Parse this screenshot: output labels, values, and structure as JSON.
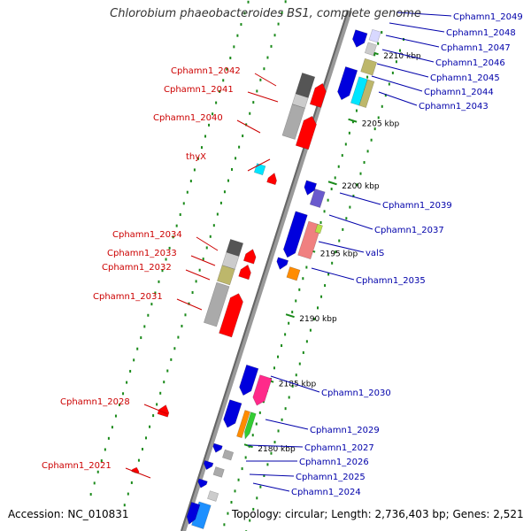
{
  "title": "Chlorobium phaeobacteroides BS1, complete genome",
  "footer": {
    "accession_label": "Accession:",
    "accession": "NC_010831",
    "topology": "Topology: circular; Length: 2,736,403 bp; Genes: 2,521"
  },
  "colors": {
    "left_label": "#cc0000",
    "right_label": "#0000aa",
    "tick_dots": "#1a8a1a",
    "backbone": "#888888",
    "red_gene": "#ff0000",
    "blue_gene": "#0000dd",
    "grey_gene": "#aaaaaa",
    "dark_grey_gene": "#555555",
    "khaki_gene": "#bdb76b",
    "cyan_gene": "#00e5ff",
    "sky_gene": "#1e90ff",
    "pink_gene": "#ff2a8a",
    "salmon_gene": "#f08080",
    "orange_gene": "#ff8c00",
    "green_gene": "#33cc33",
    "lime_gene": "#b8e04a",
    "slate_gene": "#6a5acd"
  },
  "scale_labels": [
    {
      "text": "2210 kbp",
      "s": 0.06
    },
    {
      "text": "2205 kbp",
      "s": 0.19
    },
    {
      "text": "2200 kbp",
      "s": 0.31
    },
    {
      "text": "2195 kbp",
      "s": 0.44
    },
    {
      "text": "2190 kbp",
      "s": 0.565
    },
    {
      "text": "2185 kbp",
      "s": 0.69
    },
    {
      "text": "2180 kbp",
      "s": 0.815
    }
  ],
  "left_labels": [
    {
      "text": "Cphamn1_2042"
    },
    {
      "text": "Cphamn1_2041"
    },
    {
      "text": "Cphamn1_2040"
    },
    {
      "text": "thyX"
    },
    {
      "text": "Cphamn1_2034"
    },
    {
      "text": "Cphamn1_2033"
    },
    {
      "text": "Cphamn1_2032"
    },
    {
      "text": "Cphamn1_2031"
    },
    {
      "text": "Cphamn1_2028"
    },
    {
      "text": "Cphamn1_2021"
    }
  ],
  "right_labels": [
    {
      "text": "Cphamn1_2049"
    },
    {
      "text": "Cphamn1_2048"
    },
    {
      "text": "Cphamn1_2047"
    },
    {
      "text": "Cphamn1_2046"
    },
    {
      "text": "Cphamn1_2045"
    },
    {
      "text": "Cphamn1_2044"
    },
    {
      "text": "Cphamn1_2043"
    },
    {
      "text": "Cphamn1_2039"
    },
    {
      "text": "Cphamn1_2037"
    },
    {
      "text": "valS"
    },
    {
      "text": "Cphamn1_2035"
    },
    {
      "text": "Cphamn1_2030"
    },
    {
      "text": "Cphamn1_2029"
    },
    {
      "text": "Cphamn1_2027"
    },
    {
      "text": "Cphamn1_2026"
    },
    {
      "text": "Cphamn1_2025"
    },
    {
      "text": "Cphamn1_2024"
    }
  ]
}
